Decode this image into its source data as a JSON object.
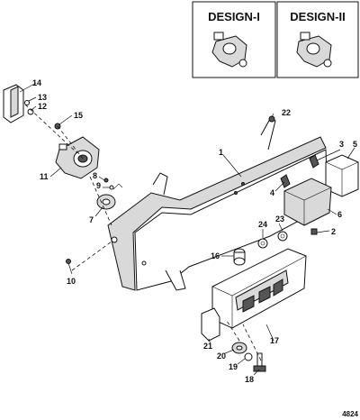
{
  "design_boxes": [
    {
      "label": "DESIGN-I"
    },
    {
      "label": "DESIGN-II"
    }
  ],
  "callouts": [
    "1",
    "2",
    "3",
    "4",
    "5",
    "6",
    "7",
    "8",
    "9",
    "10",
    "11",
    "12",
    "13",
    "14",
    "15",
    "16",
    "17",
    "18",
    "19",
    "20",
    "21",
    "22",
    "23",
    "24"
  ],
  "figure_number": "4824"
}
